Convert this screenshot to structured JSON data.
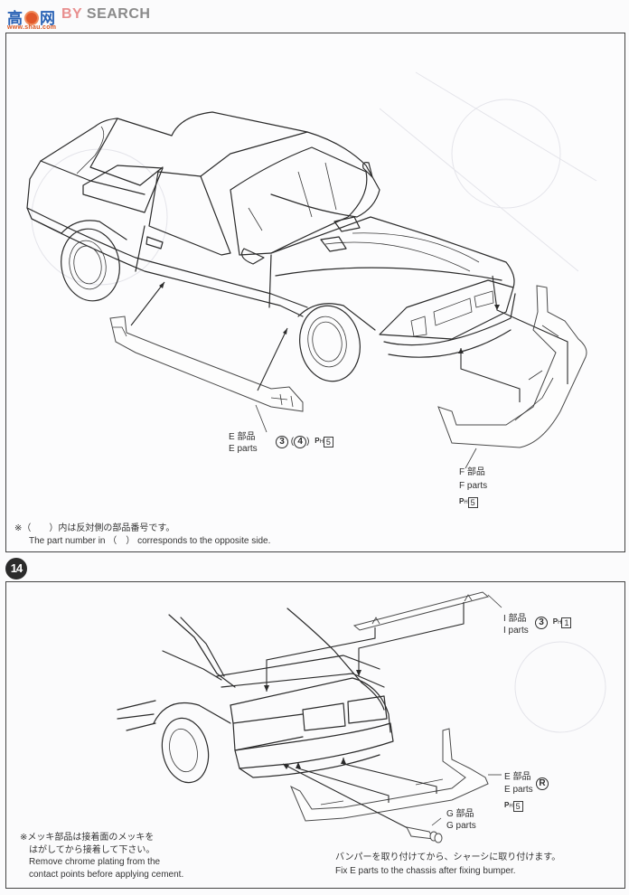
{
  "watermark": {
    "logo_text": "高手网",
    "url": "www.shau.com",
    "brand_text_prefix": "BY",
    "brand_text": "SEARCH"
  },
  "step_top": {
    "labels": {
      "e_parts": {
        "jp": "E 部品",
        "en": "E parts",
        "part_number": "3",
        "opposite_part_number": "4",
        "plating_symbol": "PH",
        "plating_number": "5"
      },
      "f_parts": {
        "jp": "F 部品",
        "en": "F parts",
        "plating_symbol": "PH",
        "plating_number": "5"
      }
    },
    "note": {
      "jp": "※（　　）内は反対側の部品番号です。",
      "en_prefix": "The part number in",
      "en_paren": "（　）",
      "en_suffix": "corresponds to the opposite side."
    }
  },
  "step_14": {
    "step_number": "14",
    "labels": {
      "i_parts": {
        "jp": "I 部品",
        "en": "I parts",
        "part_number": "3",
        "plating_symbol": "PH",
        "plating_number": "1"
      },
      "e_parts": {
        "jp": "E 部品",
        "en": "E parts",
        "part_number": "R",
        "plating_symbol": "PH",
        "plating_number": "5"
      },
      "g_parts": {
        "jp": "G 部品",
        "en": "G parts"
      }
    },
    "chrome_note": {
      "jp_line1": "※メッキ部品は接着面のメッキを",
      "jp_line2": "はがしてから接着して下さい。",
      "en_line1": "Remove chrome plating from the",
      "en_line2": "contact points before applying cement."
    },
    "bumper_note": {
      "jp": "バンパーを取り付けてから、シャーシに取り付けます。",
      "en": "Fix E parts to the chassis after fixing bumper."
    }
  },
  "colors": {
    "ink": "#2b2b2b",
    "paper": "#fbfbfc",
    "watermark_blue": "#2a63b5",
    "watermark_orange": "#d9551f",
    "watermark_gray": "#8a8a8a"
  }
}
